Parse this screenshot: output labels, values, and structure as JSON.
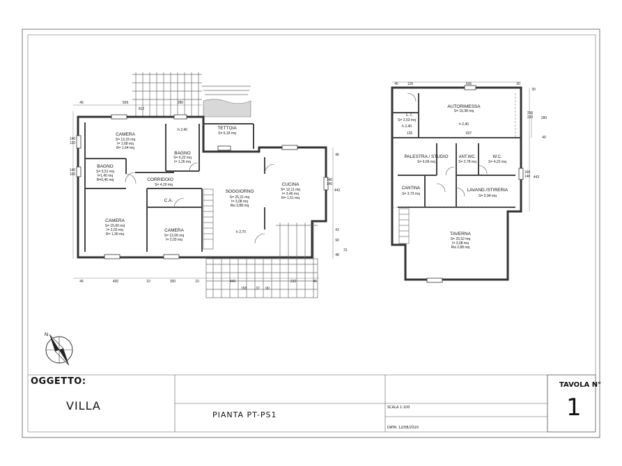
{
  "title_block": {
    "oggetto_label": "OGGETTO:",
    "oggetto_value": "VILLA",
    "drawing_title": "PIANTA PT-PS1",
    "scala": "SCALA 1:100",
    "data": "DATA: 12/08/2020",
    "tavola_label": "TAVOLA N°",
    "tavola_number": "1"
  },
  "ground_floor": {
    "rooms": {
      "camera_nw": {
        "name": "CAMERA",
        "s": "S= 13,15 mq",
        "i": "I= 1,68 mq",
        "r": "R= 1,64 mq"
      },
      "bagno_1": {
        "name": "BAGNO",
        "h": "h 2,40",
        "s": "S= 6,22 mq",
        "i": "I= 1,26 mq"
      },
      "tettoia": {
        "name": "TETTOIA",
        "s": "S= 6,18 mq"
      },
      "bagno_2": {
        "name": "BAGNO",
        "s": "S= 5,51 mq",
        "i": "I=1,40 mq",
        "r": "R=0,46 mq"
      },
      "corridoio": {
        "name": "CORRIDOIO",
        "s": "S= 4,20 mq"
      },
      "ca": {
        "name": "C.A."
      },
      "soggiorno": {
        "name": "SOGGIORNO",
        "s": "S= 25,21 mq",
        "i": "I= 3,08 mq",
        "r": "Rw 2,88 mq",
        "h": "h 2,70"
      },
      "cucina": {
        "name": "CUCINA",
        "s": "S= 12,11 mq",
        "i": "I= 3,46 mq",
        "r": "R= 1,51 mq"
      },
      "camera_sw": {
        "name": "CAMERA",
        "s": "S= 15,60 mq",
        "i": "I= 2,03 mq",
        "r": "R= 1,90 mq"
      },
      "camera_s": {
        "name": "CAMERA",
        "s": "S= 12,06 mq",
        "i": "I= 2,03 mq"
      }
    },
    "dims_top": [
      "46",
      "509",
      "812",
      "280"
    ],
    "dims_bottom": [
      "46",
      "400",
      "10",
      "300",
      "10",
      "449",
      "158",
      "37",
      "90",
      "232",
      "46"
    ],
    "dims_left": [
      "140",
      "120",
      "140",
      "100"
    ],
    "dims_right": [
      "46",
      "443",
      "90",
      "43",
      "48",
      "31",
      "140",
      "140"
    ]
  },
  "basement": {
    "rooms": {
      "lt": {
        "name": "L.T.",
        "s": "S= 2,53 mq",
        "h": "h 2,40"
      },
      "autorimessa": {
        "name": "AUTORIMESSA",
        "s": "S= 16,98 mq",
        "h": "h 2,40"
      },
      "palestra": {
        "name": "PALESTRA / STUDIO",
        "s": "S= 6,66 mq"
      },
      "antwc": {
        "name": "ANT.WC.",
        "s": "S= 2,78 mq"
      },
      "wc": {
        "name": "W.C.",
        "s": "S= 4,22 mq"
      },
      "cantina": {
        "name": "CANTINA",
        "s": "S= 3,73 mq"
      },
      "lavand": {
        "name": "LAVAND./STIRERIA",
        "s": "S= 5,94 mq"
      },
      "taverna": {
        "name": "TAVERNA",
        "s": "S= 25,52 mq",
        "i": "I= 3,08 mq",
        "r": "Rw 2,88 mq"
      }
    },
    "dims_top": [
      "40",
      "126",
      "606",
      "30"
    ],
    "dims_inner": [
      "126",
      "607"
    ],
    "dims_right": [
      "30",
      "280",
      "250",
      "230",
      "40",
      "443",
      "160",
      "140"
    ]
  },
  "north_label": "N"
}
